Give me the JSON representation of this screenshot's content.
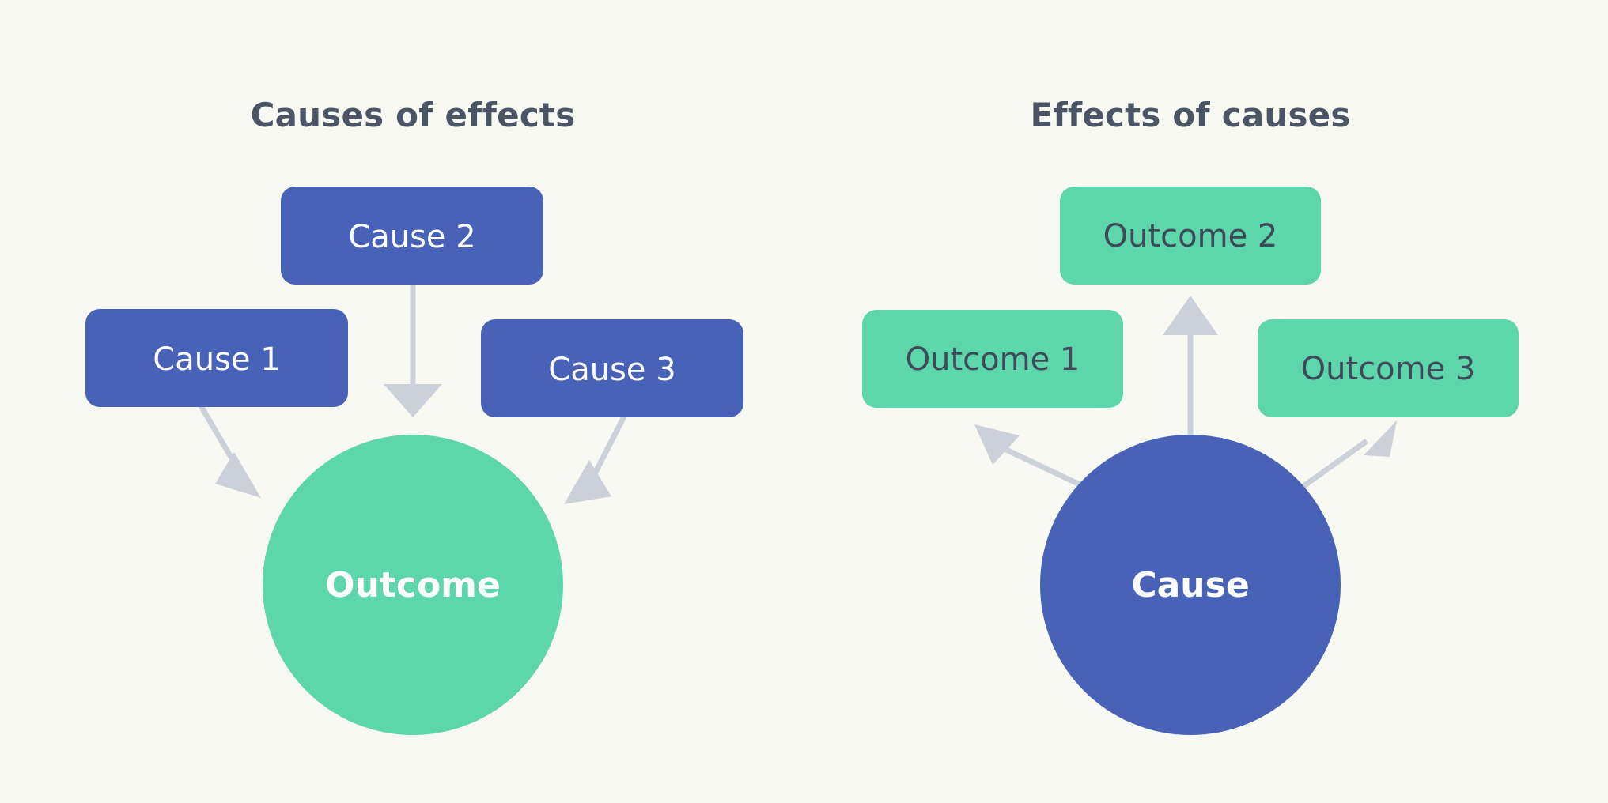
{
  "figure": {
    "background_color": "#f8f9f3",
    "blue_color": "#4862b8",
    "green_color": "#5ed6ab",
    "arrow_color": "#ccd0d8",
    "title_color": "#4b5563",
    "green_box_text_color": "#3f4a58"
  },
  "panels": [
    {
      "id": "causes-of-effects",
      "title": "Causes of effects",
      "hub": {
        "label": "Outcome",
        "shape": "circle",
        "color": "#5ed6ab"
      },
      "nodes": [
        {
          "label": "Cause 1",
          "color": "#4862b8"
        },
        {
          "label": "Cause 2",
          "color": "#4862b8"
        },
        {
          "label": "Cause 3",
          "color": "#4862b8"
        }
      ],
      "arrow_direction": "nodes-to-hub"
    },
    {
      "id": "effects-of-causes",
      "title": "Effects of causes",
      "hub": {
        "label": "Cause",
        "shape": "circle",
        "color": "#4862b8"
      },
      "nodes": [
        {
          "label": "Outcome 1",
          "color": "#5ed6ab"
        },
        {
          "label": "Outcome 2",
          "color": "#5ed6ab"
        },
        {
          "label": "Outcome 3",
          "color": "#5ed6ab"
        }
      ],
      "arrow_direction": "hub-to-nodes"
    }
  ]
}
